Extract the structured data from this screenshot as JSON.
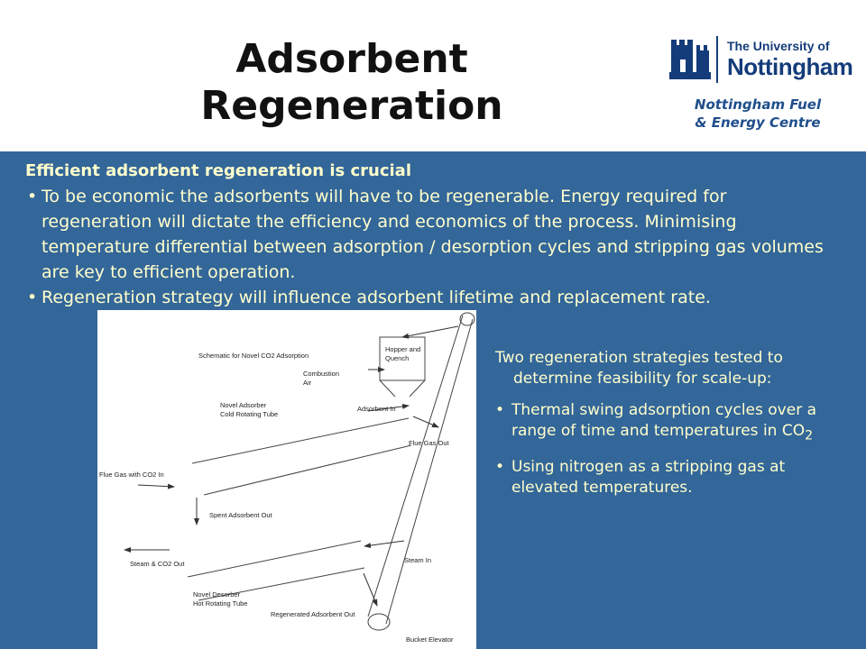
{
  "title_line1": "Adsorbent",
  "title_line2": "Regeneration",
  "logo": {
    "line1": "The University of",
    "line2": "Nottingham"
  },
  "centre_name_line1": "Nottingham Fuel",
  "centre_name_line2": "& Energy Centre",
  "heading": "Efficient adsorbent regeneration is crucial",
  "bullets": [
    "To be economic the adsorbents will have to be regenerable. Energy required for regeneration will dictate the efficiency and economics of the process. Minimising temperature differential between adsorption / desorption cycles and stripping gas volumes are key to efficient operation.",
    "Regeneration strategy will influence adsorbent lifetime and replacement rate."
  ],
  "figure_labels": {
    "schematic": "Schematic for Novel CO2 Adsorption",
    "hopper1": "Hopper and",
    "hopper2": "Quench",
    "combustion1": "Combustion",
    "combustion2": "Air",
    "adsorber1": "Novel Adsorber",
    "adsorber2": "Cold Rotating Tube",
    "adsorbent_in": "Adsorbent In",
    "flue_gas_out": "Flue Gas Out",
    "flue_gas_in": "Flue Gas with CO2  In",
    "spent_out": "Spent Adsorbent Out",
    "steam_in": "Steam In",
    "steam_co2_out": "Steam & CO2 Out",
    "desorber1": "Novel Desorber",
    "desorber2": "Hot Rotating Tube",
    "regenerated_out": "Regenerated Adsorbent Out",
    "bucket_elevator": "Bucket Elevator"
  },
  "side": {
    "intro": "Two regeneration strategies tested to determine feasibility for scale-up:",
    "bullet1": "Thermal swing adsorption cycles over a range of time and temperatures in CO",
    "bullet1_sub": "2",
    "bullet2": "Using nitrogen as a stripping gas at elevated temperatures."
  },
  "colors": {
    "background": "#336699",
    "body_text": "#ffffcc",
    "logo_blue": "#143c7a"
  }
}
